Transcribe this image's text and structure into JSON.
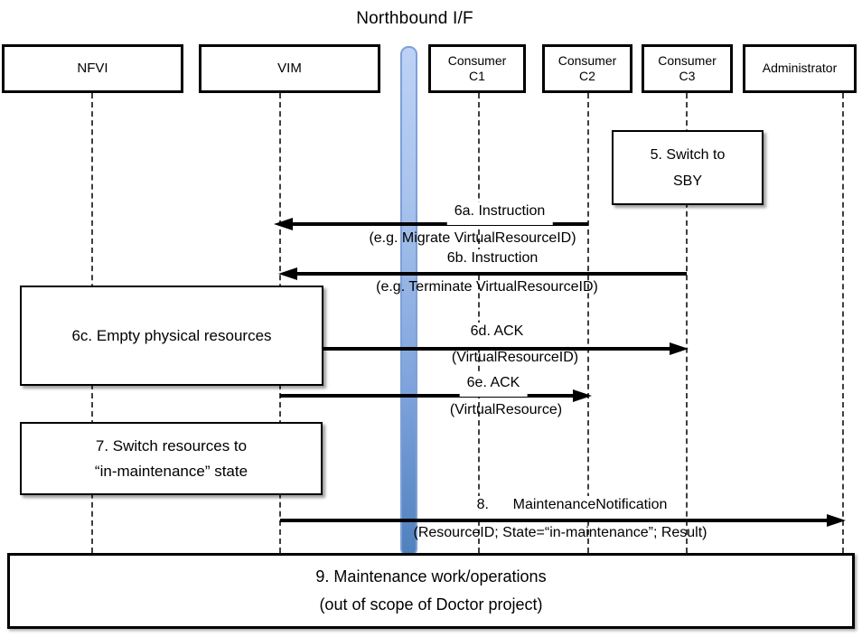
{
  "title": "Northbound I/F",
  "actors": [
    {
      "line1": "NFVI",
      "line2": ""
    },
    {
      "line1": "VIM",
      "line2": ""
    },
    {
      "line1": "Consumer",
      "line2": "C1"
    },
    {
      "line1": "Consumer",
      "line2": "C2"
    },
    {
      "line1": "Consumer",
      "line2": "C3"
    },
    {
      "line1": "Administrator",
      "line2": ""
    }
  ],
  "notes": {
    "switch_sby": {
      "line1": "5. Switch to",
      "line2": "SBY"
    },
    "empty_resources": {
      "line1": "6c. Empty physical resources",
      "line2": ""
    },
    "switch_maintenance": {
      "line1": "7. Switch resources to",
      "line2": "“in-maintenance” state"
    },
    "maintenance_work": {
      "line1": "9. Maintenance work/operations",
      "line2": "(out of scope of Doctor project)"
    }
  },
  "messages": {
    "m6a": {
      "line1": "6a. Instruction",
      "line2": "(e.g. Migrate VirtualResourceID)"
    },
    "m6b": {
      "line1": "6b. Instruction",
      "line2": "(e.g. Terminate VirtualResourceID)"
    },
    "m6d": {
      "line1": "6d. ACK",
      "line2": "(VirtualResourceID)"
    },
    "m6e": {
      "line1": "6e. ACK",
      "line2": "(VirtualResource)"
    },
    "m8": {
      "line1": "8.      MaintenanceNotification",
      "line2": "(ResourceID; State=“in-maintenance”; Result)"
    }
  },
  "colors": {
    "bar_top": "#bdd2f4",
    "bar_bottom": "#4f81bd",
    "bar_border": "#7da0d8",
    "line_color": "#000000",
    "lifeline_color": "#3f3f3f"
  }
}
